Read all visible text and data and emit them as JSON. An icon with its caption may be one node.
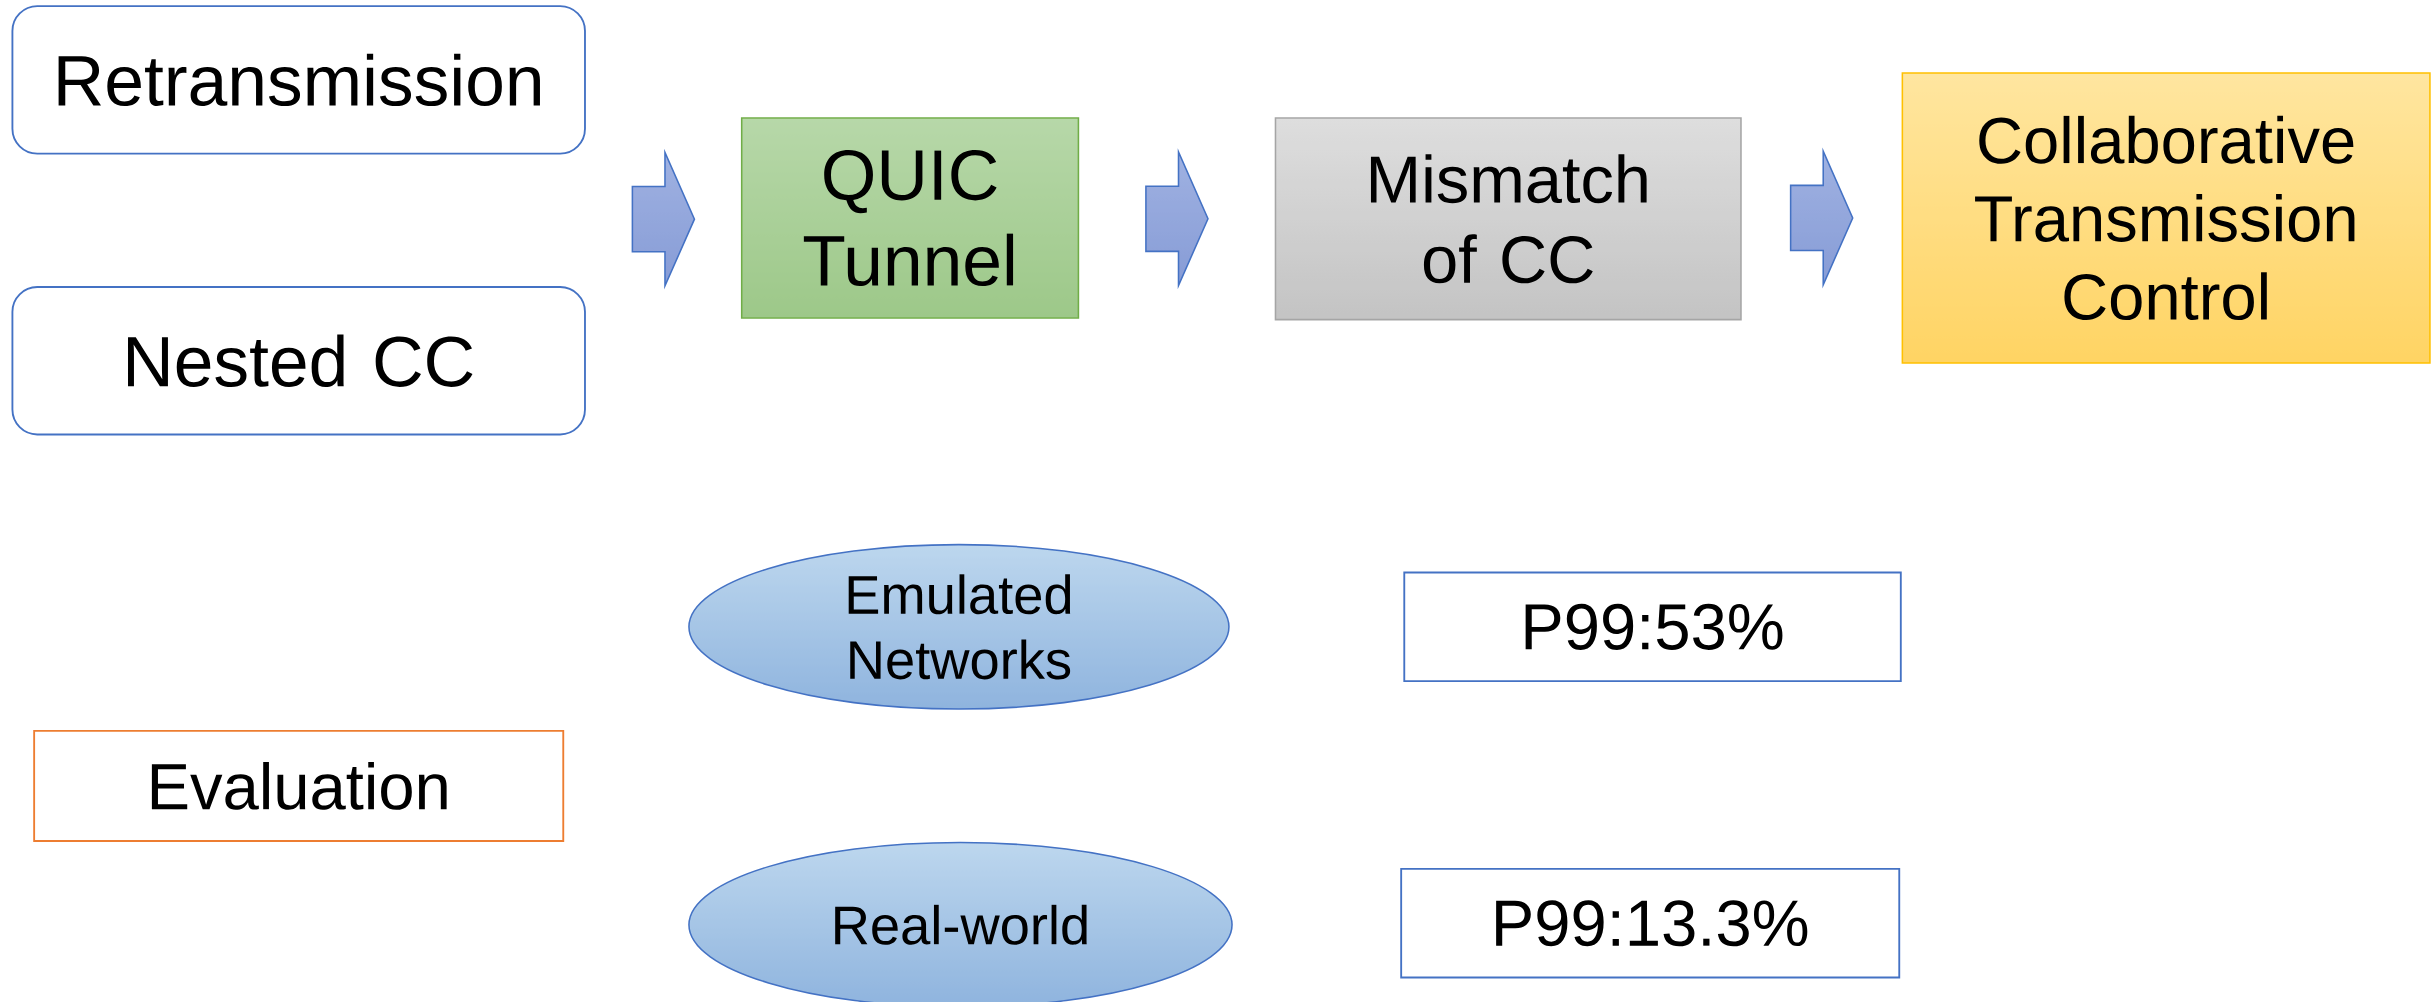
{
  "diagram": {
    "nodes": [
      {
        "text": [
          "Retransmission"
        ]
      },
      {
        "text": [
          "Nested CC"
        ]
      },
      {
        "text": [
          "QUIC Tunnel"
        ]
      },
      {
        "text": [
          "Mismatch of CC"
        ]
      },
      {
        "text": [
          "Collaborative Transmission Control"
        ]
      },
      {
        "text": [
          "Emulated Networks"
        ]
      },
      {
        "text": [
          "P99:53%"
        ]
      },
      {
        "text": [
          "Evaluation"
        ]
      },
      {
        "text": [
          "Real-world"
        ]
      },
      {
        "text": [
          "P99:13.3%"
        ]
      }
    ],
    "edges": [
      {
        "from": 0,
        "to": 2,
        "arrow": "to"
      },
      {
        "from": 1,
        "to": 2,
        "arrow": "to"
      },
      {
        "from": 2,
        "to": 3,
        "arrow": "to"
      },
      {
        "from": 3,
        "to": 4,
        "arrow": "to"
      }
    ]
  }
}
